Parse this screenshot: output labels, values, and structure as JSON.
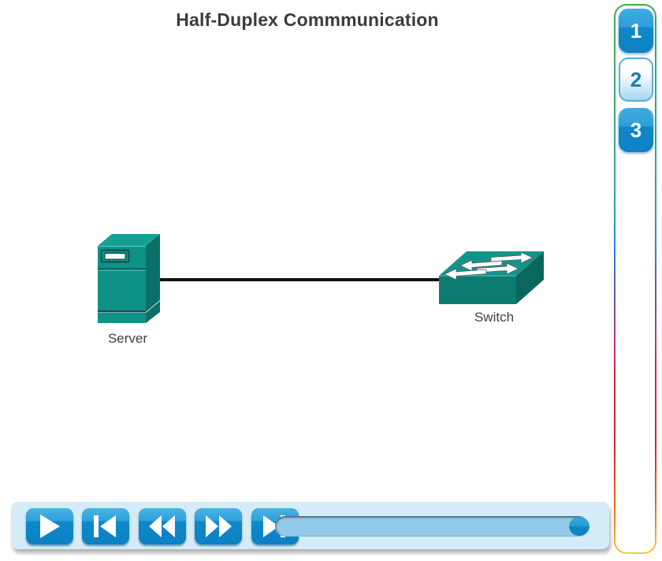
{
  "title": "Half-Duplex Commmunication",
  "steps": [
    {
      "label": "1",
      "state": "default"
    },
    {
      "label": "2",
      "state": "current"
    },
    {
      "label": "3",
      "state": "default"
    }
  ],
  "diagram": {
    "nodes": [
      {
        "id": "server",
        "type": "server-tower",
        "label": "Server"
      },
      {
        "id": "switch",
        "type": "switch",
        "label": "Switch"
      }
    ],
    "link": {
      "from": "server",
      "to": "switch",
      "style": "solid-black"
    }
  },
  "controls": {
    "buttons": [
      {
        "id": "play",
        "icon": "play-icon"
      },
      {
        "id": "skip-to-start",
        "icon": "skip-start-icon"
      },
      {
        "id": "rewind",
        "icon": "rewind-icon"
      },
      {
        "id": "fast-forward",
        "icon": "fast-forward-icon"
      },
      {
        "id": "skip-to-end",
        "icon": "skip-end-icon"
      }
    ],
    "slider": {
      "progress_percent": 100
    }
  },
  "colors": {
    "device_teal": "#0F9186",
    "device_teal_dark": "#0A7066",
    "button_blue": "#0F88CA",
    "bar_background": "#D3ECF8",
    "track_blue": "#92CBE9",
    "step_current_text": "#1E78AE",
    "title_text": "#3B3B3B",
    "panel_border_gradient": [
      "#3FAB4F",
      "#2AA591",
      "#1D8FDE",
      "#6A55B8",
      "#B13487",
      "#D4203E",
      "#EC7119",
      "#F7C93C"
    ]
  }
}
